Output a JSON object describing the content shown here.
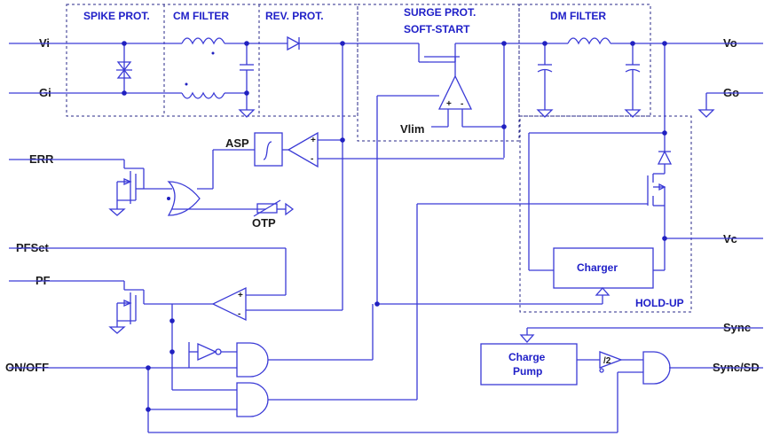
{
  "blocks": {
    "spike": "SPIKE PROT.",
    "cm": "CM FILTER",
    "rev": "REV. PROT.",
    "surge1": "SURGE PROT.",
    "surge2": "SOFT-START",
    "dm": "DM FILTER",
    "holdup": "HOLD-UP"
  },
  "pins": {
    "vi": "Vi",
    "gi": "Gi",
    "vo": "Vo",
    "go": "Go",
    "err": "ERR",
    "vc": "Vc",
    "pfset": "PFSet",
    "pf": "PF",
    "onoff": "ON/OFF",
    "sync": "Sync",
    "syncsd": "Sync/SD"
  },
  "labels": {
    "vlim": "Vlim",
    "asp": "ASP",
    "otp": "OTP",
    "charger": "Charger",
    "charge1": "Charge",
    "charge2": "Pump",
    "div2": "/2",
    "plus": "+",
    "minus": "-"
  }
}
